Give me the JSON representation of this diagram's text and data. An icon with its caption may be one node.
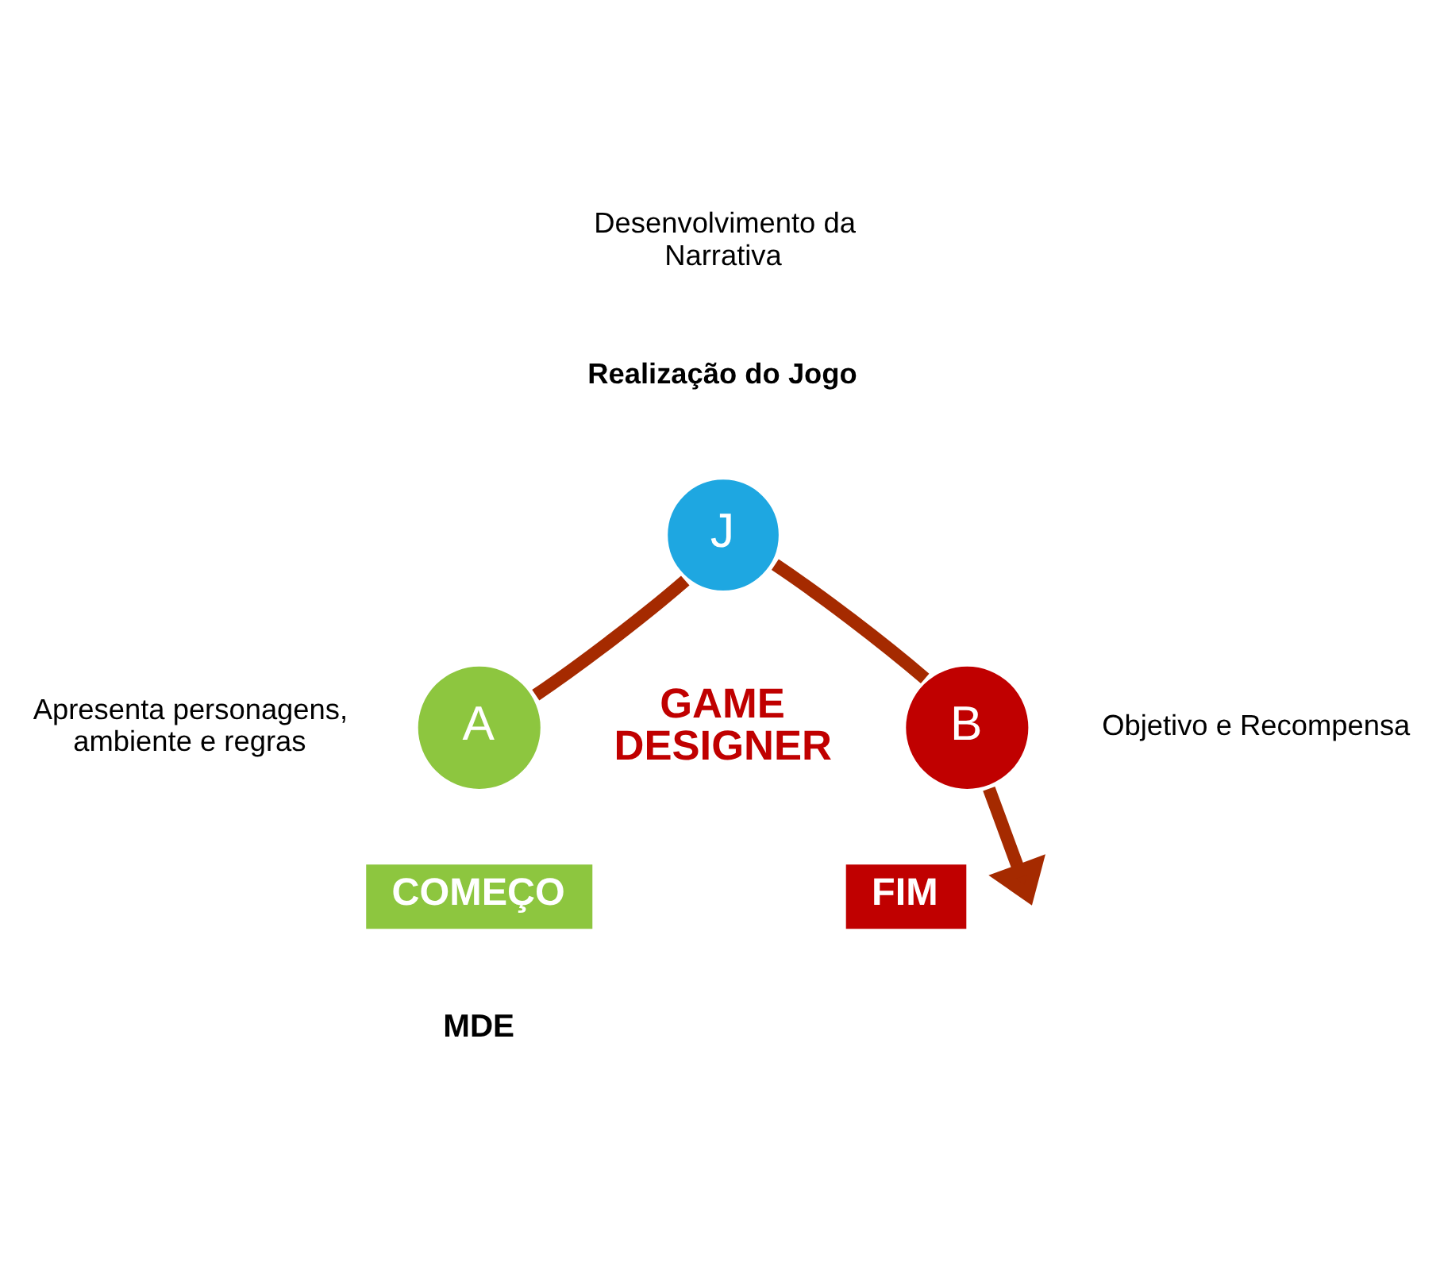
{
  "diagram": {
    "nodes": [
      {
        "text": [
          "A"
        ],
        "beside": [
          "Apresenta personagens, ambiente e regras"
        ]
      },
      {
        "text": [
          "J"
        ],
        "beside": [
          "Realização do Jogo",
          "Desenvolvimento da Narrativa"
        ]
      },
      {
        "text": [
          "B"
        ],
        "beside": [
          "Objetivo e Recompensa"
        ]
      },
      {
        "text": [
          "COMEÇO"
        ]
      },
      {
        "text": [
          "FIM"
        ]
      }
    ],
    "edges": [
      {
        "from": 0,
        "to": 1,
        "arrow": "none"
      },
      {
        "from": 1,
        "to": 2,
        "arrow": "none"
      },
      {
        "from": 2,
        "to": null,
        "arrow": "to"
      }
    ],
    "labels": [
      "GAME DESIGNER",
      "MDE"
    ]
  }
}
